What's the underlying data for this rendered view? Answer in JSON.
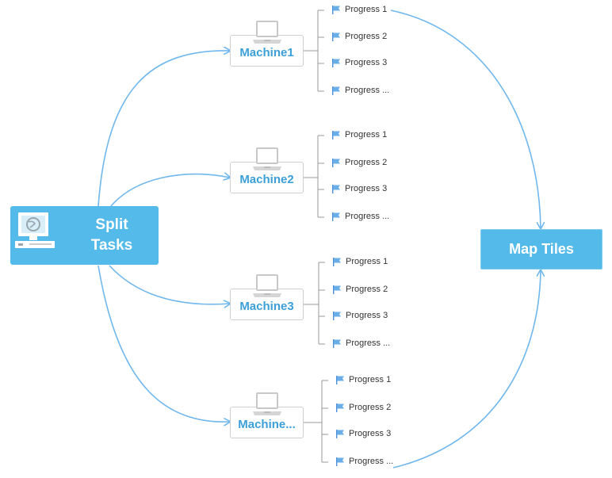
{
  "split_tasks": {
    "label": "Split\nTasks",
    "icon": "computer-icon"
  },
  "map_tiles": {
    "label": "Map Tiles"
  },
  "colors": {
    "accent": "#54baea",
    "connector": "#6fb7ec",
    "branch": "#999999",
    "machine_text": "#3b9fd8"
  },
  "machines": [
    {
      "label": "Machine1",
      "progress": [
        "Progress 1",
        "Progress 2",
        "Progress 3",
        "Progress ..."
      ]
    },
    {
      "label": "Machine2",
      "progress": [
        "Progress 1",
        "Progress 2",
        "Progress 3",
        "Progress ..."
      ]
    },
    {
      "label": "Machine3",
      "progress": [
        "Progress 1",
        "Progress 2",
        "Progress 3",
        "Progress ..."
      ]
    },
    {
      "label": "Machine...",
      "progress": [
        "Progress 1",
        "Progress 2",
        "Progress 3",
        "Progress ..."
      ]
    }
  ]
}
